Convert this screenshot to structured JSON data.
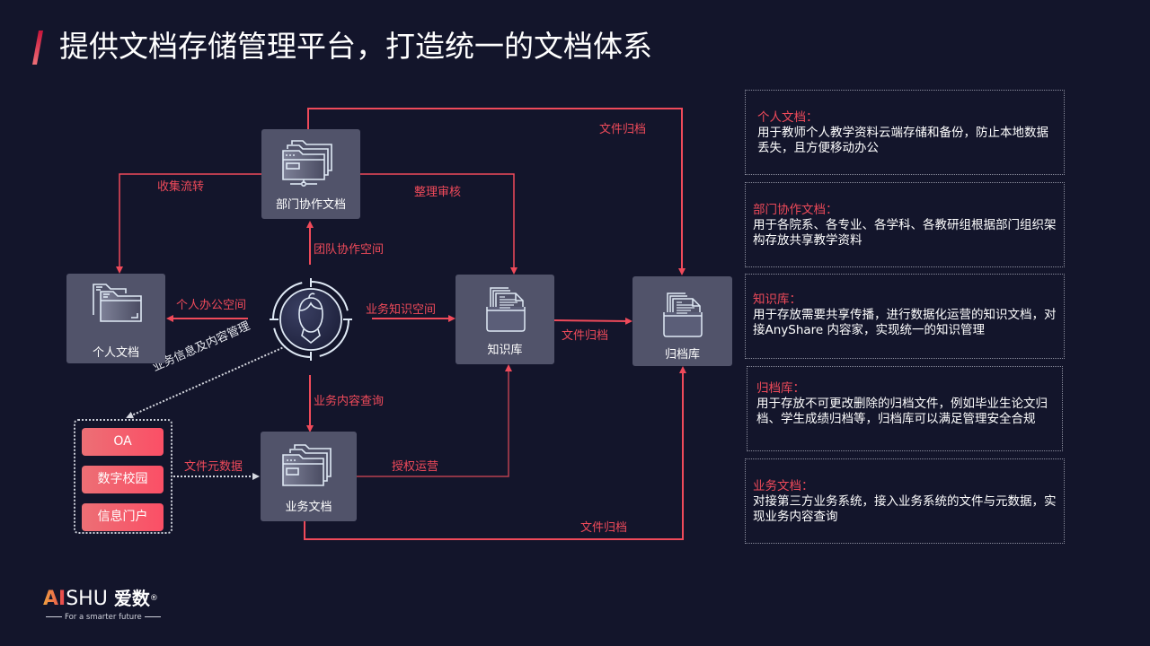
{
  "title": "提供文档存储管理平台，打造统一的文档体系",
  "colors": {
    "background": "#13152b",
    "accent": "#ef4a5a",
    "node": "#51536a",
    "text": "#ffffff"
  },
  "nodes": {
    "dept": {
      "label": "部门协作文档",
      "icon": "network-folder-icon"
    },
    "personal": {
      "label": "个人文档",
      "icon": "folders-icon"
    },
    "user": {
      "icon": "user-target-icon"
    },
    "knowledge": {
      "label": "知识库",
      "icon": "document-tray-icon"
    },
    "archive": {
      "label": "归档库",
      "icon": "document-tray-icon"
    },
    "business": {
      "label": "业务文档",
      "icon": "folder-window-icon"
    }
  },
  "edges": {
    "collect": "收集流转",
    "review": "整理审核",
    "archive_top": "文件归档",
    "team_space": "团队协作空间",
    "personal_space": "个人办公空间",
    "knowledge_space": "业务知识空间",
    "archive_mid": "文件归档",
    "info_mgmt": "业务信息及内容管理",
    "content_query": "业务内容查询",
    "file_meta": "文件元数据",
    "auth_ops": "授权运营",
    "archive_bottom": "文件归档"
  },
  "systems": [
    "OA",
    "数字校园",
    "信息门户"
  ],
  "descriptions": [
    {
      "heading": "个人文档：",
      "text": "用于教师个人教学资料云端存储和备份，防止本地数据丢失，且方便移动办公"
    },
    {
      "heading": "部门协作文档：",
      "text": "用于各院系、各专业、各学科、各教研组根据部门组织架构存放共享教学资料"
    },
    {
      "heading": "知识库：",
      "text": "用于存放需要共享传播，进行数据化运营的知识文档，对接AnyShare 内容家，实现统一的知识管理"
    },
    {
      "heading": "归档库：",
      "text": "用于存放不可更改删除的归档文件，例如毕业生论文归档、学生成绩归档等，归档库可以满足管理安全合规"
    },
    {
      "heading": "业务文档：",
      "text": "对接第三方业务系统，接入业务系统的文件与元数据，实现业务内容查询"
    }
  ],
  "logo": {
    "ai": "AI",
    "shu": "SHU",
    "cn": "爱数",
    "reg": "®",
    "slogan": "For a smarter future"
  }
}
